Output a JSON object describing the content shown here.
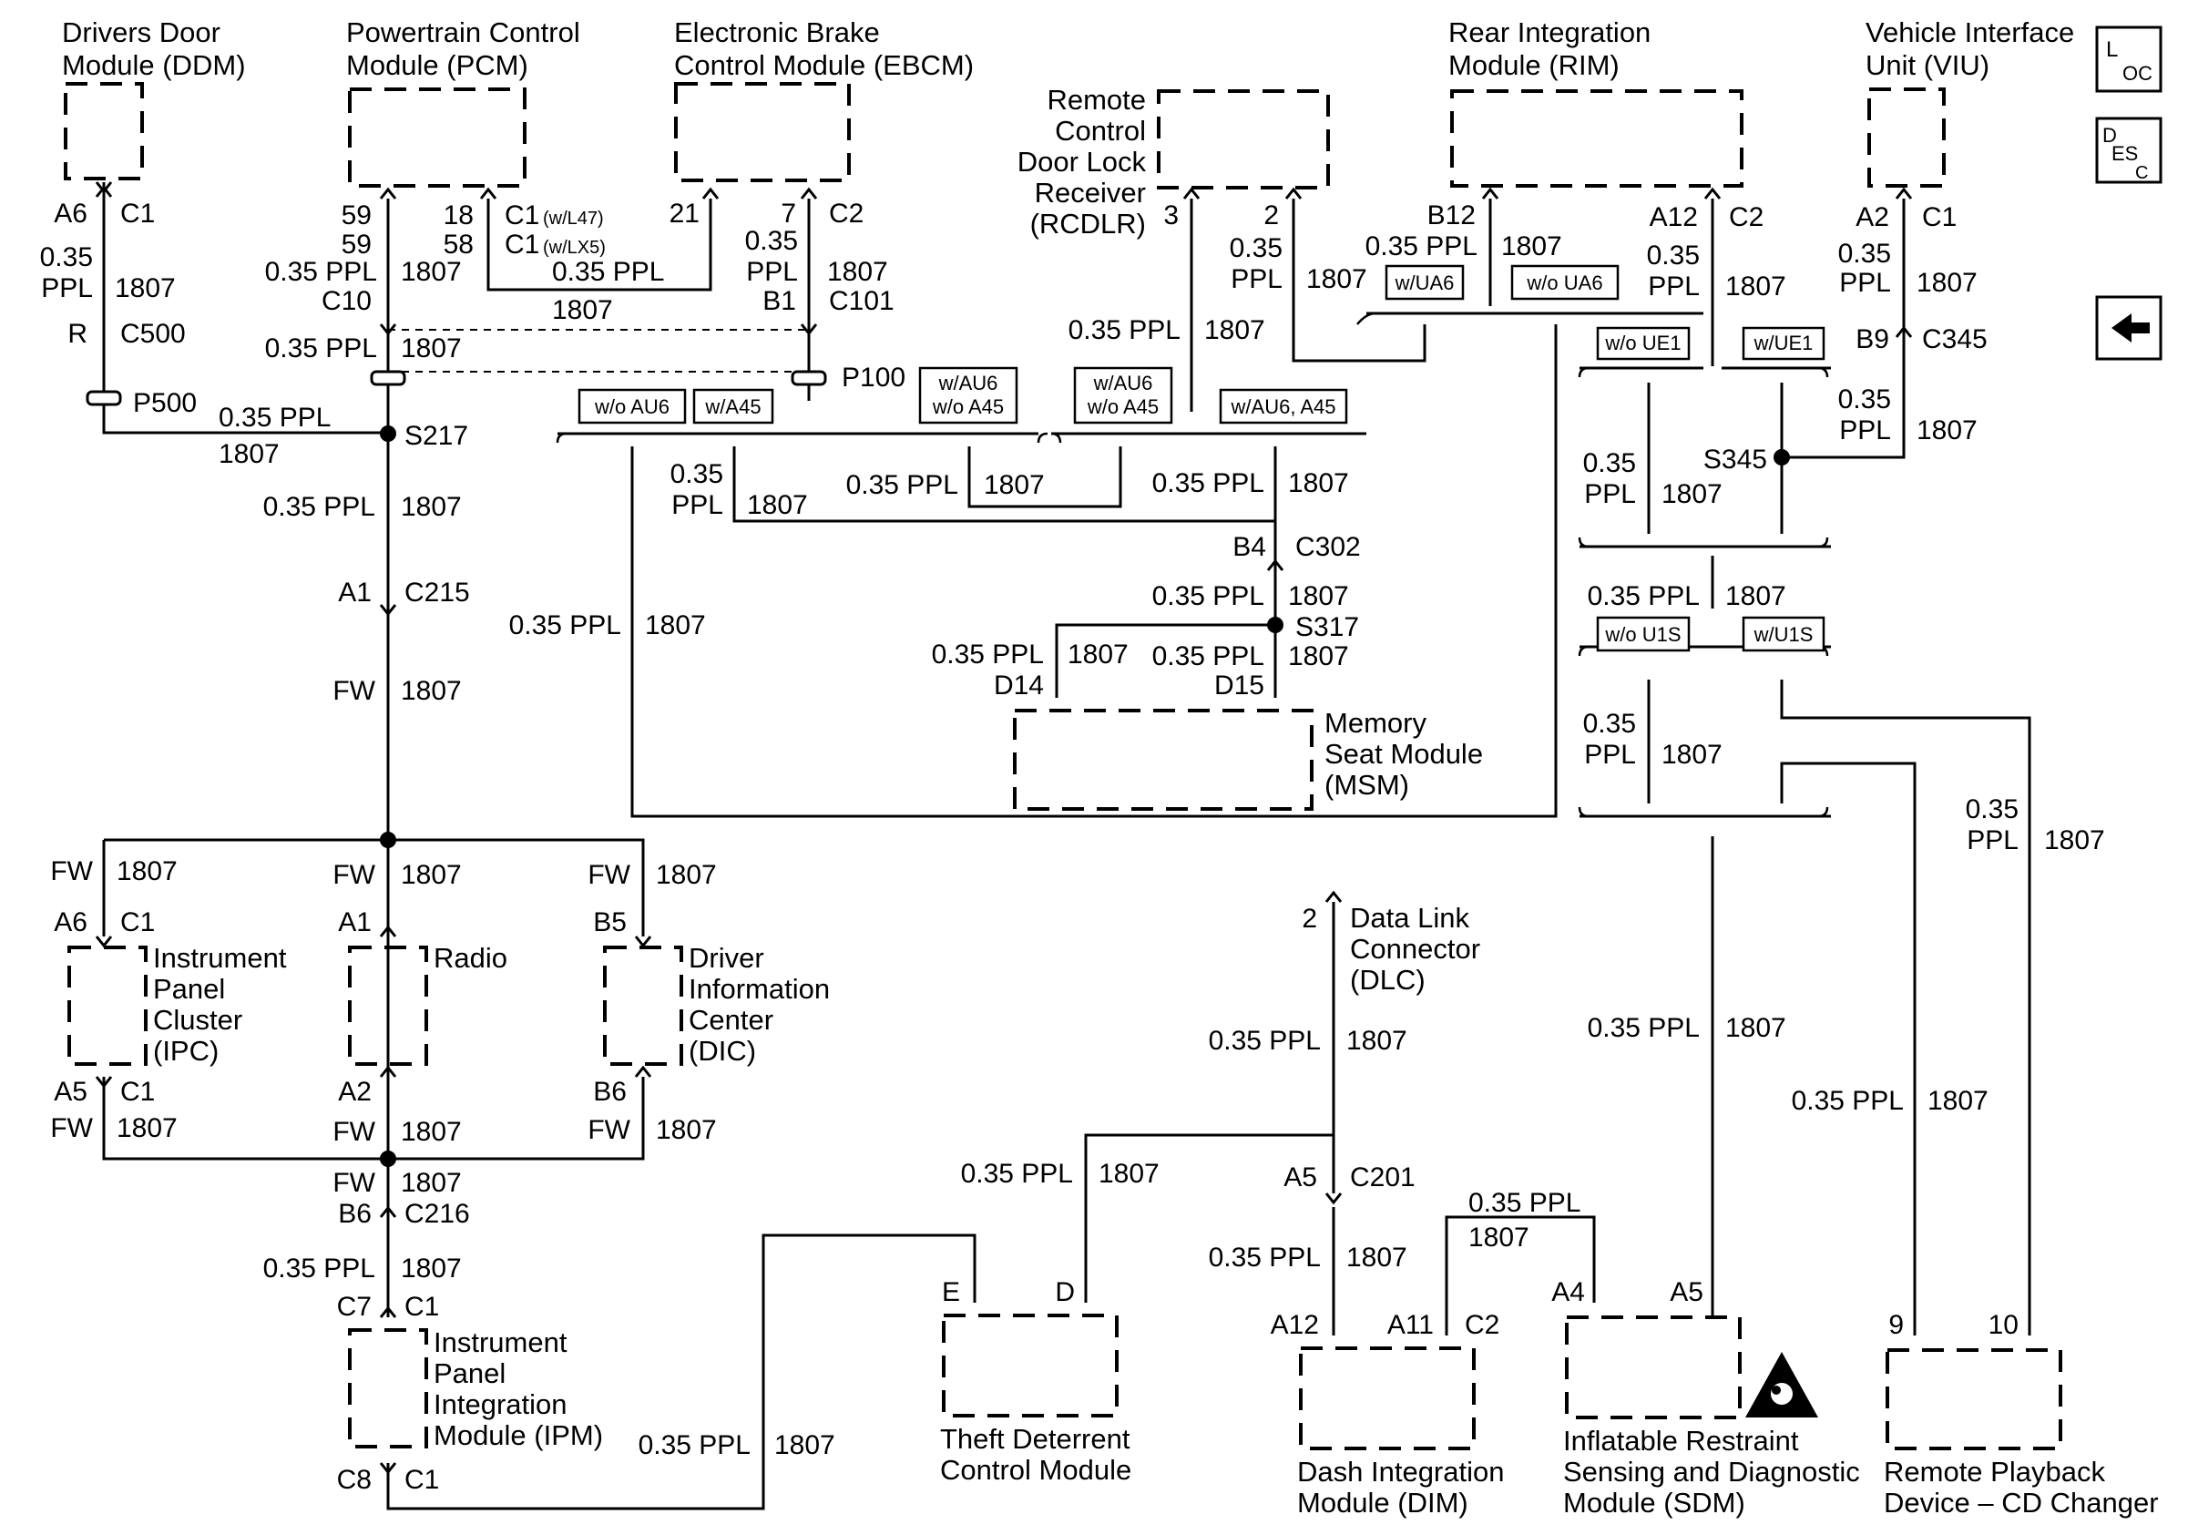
{
  "colors": {
    "wire": "#000000",
    "background": "#ffffff"
  },
  "icons": {
    "loc": "location-icon",
    "desc": "description-icon",
    "back": "back-arrow-icon",
    "warning": "airbag-warning-icon"
  },
  "nav": {
    "loc_l": "L",
    "loc_oc": "OC",
    "desc_d": "D",
    "desc_es": "ES",
    "desc_c": "C"
  },
  "labels": {
    "ddm_1": "Drivers Door",
    "ddm_2": "Module (DDM)",
    "pcm_1": "Powertrain Control",
    "pcm_2": "Module (PCM)",
    "ebcm_1": "Electronic Brake",
    "ebcm_2": "Control Module (EBCM)",
    "rcdlr_1": "Remote",
    "rcdlr_2": "Control",
    "rcdlr_3": "Door Lock",
    "rcdlr_4": "Receiver",
    "rcdlr_5": "(RCDLR)",
    "rim_1": "Rear Integration",
    "rim_2": "Module (RIM)",
    "viu_1": "Vehicle Interface",
    "viu_2": "Unit (VIU)",
    "msm_1": "Memory",
    "msm_2": "Seat Module",
    "msm_3": "(MSM)",
    "ipc_1": "Instrument",
    "ipc_2": "Panel",
    "ipc_3": "Cluster",
    "ipc_4": "(IPC)",
    "radio": "Radio",
    "dic_1": "Driver",
    "dic_2": "Information",
    "dic_3": "Center",
    "dic_4": "(DIC)",
    "dlc_1": "Data Link",
    "dlc_2": "Connector",
    "dlc_3": "(DLC)",
    "ipm_1": "Instrument",
    "ipm_2": "Panel",
    "ipm_3": "Integration",
    "ipm_4": "Module (IPM)",
    "tdcm_1": "Theft Deterrent",
    "tdcm_2": "Control Module",
    "dim_1": "Dash Integration",
    "dim_2": "Module (DIM)",
    "sdm_1": "Inflatable Restraint",
    "sdm_2": "Sensing and Diagnostic",
    "sdm_3": "Module (SDM)",
    "rpd_1": "Remote Playback",
    "rpd_2": "Device – CD Changer"
  },
  "options": {
    "wo_au6": "w/o AU6",
    "w_a45": "w/A45",
    "w_au6_wo_a45_1": "w/AU6",
    "w_au6_wo_a45_2": "w/o A45",
    "w_au6_wo_a45_b1": "w/AU6",
    "w_au6_wo_a45_b2": "w/o A45",
    "w_au6_a45": "w/AU6, A45",
    "w_ua6": "w/UA6",
    "wo_ua6": "w/o UA6",
    "wo_ue1": "w/o UE1",
    "w_ue1": "w/UE1",
    "wo_u1s": "w/o U1S",
    "w_u1s": "w/U1S"
  },
  "wire": {
    "size": "0.35",
    "color": "PPL",
    "size_color": "0.35 PPL",
    "circuit": "1807",
    "color_fw": "FW"
  },
  "pins": {
    "a6": "A6",
    "c1": "C1",
    "r": "R",
    "c500": "C500",
    "p500": "P500",
    "p59a": "59",
    "p59b": "59",
    "p18": "18",
    "p58": "58",
    "c1_l47": "C1",
    "c1_l47_opt": "(w/L47)",
    "c1_lx5": "C1",
    "c1_lx5_opt": "(w/LX5)",
    "c10": "C10",
    "p21": "21",
    "p7": "7",
    "c2": "C2",
    "b1": "B1",
    "c101": "C101",
    "p100": "P100",
    "p3": "3",
    "p2": "2",
    "b12": "B12",
    "a12": "A12",
    "a2": "A2",
    "b9": "B9",
    "c345": "C345",
    "s217": "S217",
    "a1": "A1",
    "c215": "C215",
    "b4": "B4",
    "c302": "C302",
    "s317": "S317",
    "d14": "D14",
    "d15": "D15",
    "s345": "S345",
    "a5": "A5",
    "b5": "B5",
    "b6": "B6",
    "c216": "C216",
    "c7": "C7",
    "c8": "C8",
    "dlc_2": "2",
    "c201": "C201",
    "e": "E",
    "d": "D",
    "a11": "A11",
    "a4": "A4",
    "p9": "9",
    "p10": "10"
  }
}
